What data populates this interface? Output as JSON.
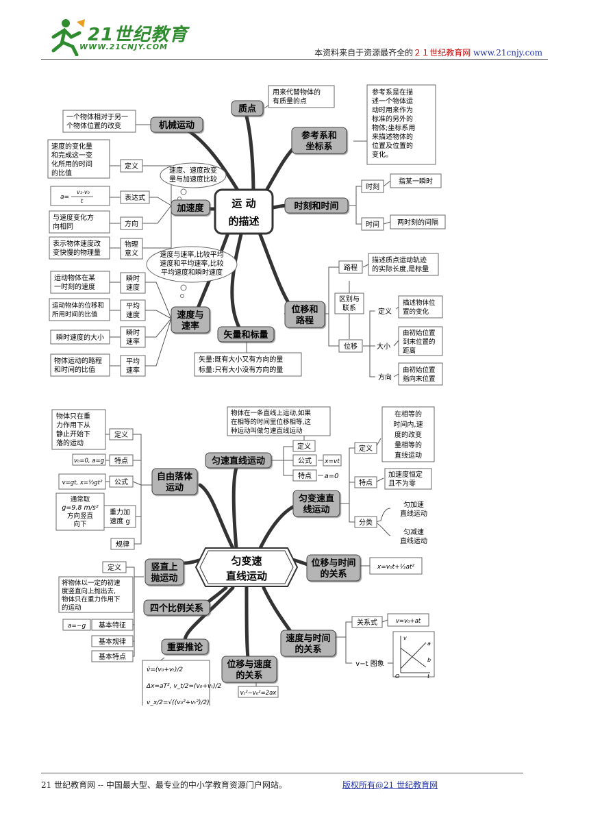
{
  "header": {
    "logo_text": "21世纪教育",
    "logo_url": "WWW.21CNJY.COM",
    "note_prefix": "本资料来自于资源最齐全的",
    "note_brand": "２１世纪教育网",
    "note_url": "www.21cnjy.com"
  },
  "map1": {
    "center": [
      "运  动",
      "的描述"
    ],
    "zhidian": {
      "title": "质点",
      "desc": [
        "用来代替物体的",
        "有质量的点"
      ]
    },
    "jixie": {
      "title": "机械运动",
      "desc": [
        "一个物体相对于另一",
        "个物体位置的改变"
      ]
    },
    "cankao": {
      "title": [
        "参考系和",
        "坐标系"
      ],
      "desc": [
        "参考系是在描",
        "述一个物体运",
        "动时用来作为",
        "标准的另外的",
        "物体;坐标系用",
        "来描述物体的",
        "位置及位置的",
        "变化。"
      ]
    },
    "shike": {
      "title": "时刻和时间",
      "moment": "时刻",
      "moment_desc": "指某一瞬时",
      "interval": "时间",
      "interval_desc": "两时刻的间隔"
    },
    "jiasudu": {
      "title": "加速度",
      "def": "定义",
      "def_desc": [
        "速度的变化量",
        "和完成这一变",
        "化所用的时间",
        "的比值"
      ],
      "expr": "表达式",
      "expr_desc": [
        "a=",
        "v₁-v₀",
        "t"
      ],
      "dir": "方向",
      "dir_desc": [
        "与速度变化方",
        "向相同"
      ],
      "phys": [
        "物理",
        "意义"
      ],
      "phys_desc": [
        "表示物体速度改",
        "变快慢的物理量"
      ]
    },
    "bubble1": [
      "速度、速度改变",
      "量与加速度比较"
    ],
    "bubble2": [
      "速度与速率,比较平均",
      "速度和平均速率,比较",
      "平均速度和瞬时速度"
    ],
    "sudu": {
      "title": [
        "速度与",
        "速率"
      ],
      "inst_v": [
        "瞬时",
        "速度"
      ],
      "inst_v_desc": [
        "运动物体在某",
        "一时刻的速度"
      ],
      "avg_v": [
        "平均",
        "速度"
      ],
      "avg_v_desc": [
        "运动物体的位移和",
        "所用时间的比值"
      ],
      "inst_s": [
        "瞬时",
        "速率"
      ],
      "inst_s_desc": "瞬时速度的大小",
      "avg_s": [
        "平均",
        "速率"
      ],
      "avg_s_desc": [
        "物体运动的路程",
        "和时间的比值"
      ]
    },
    "shiliang": {
      "title": "矢量和标量",
      "desc": [
        "矢量:既有大小又有方向的量",
        "标量:只有大小没有方向的量"
      ]
    },
    "weiyi": {
      "title": [
        "位移和",
        "路程"
      ],
      "path": "路程",
      "path_desc": [
        "描述质点运动轨迹",
        "的实际长度,是标量"
      ],
      "diff": [
        "区别与",
        "联系"
      ],
      "disp": "位移",
      "def": "定义",
      "def_desc": [
        "描述物体位",
        "置的变化"
      ],
      "mag": "大小",
      "mag_desc": [
        "由初始位置",
        "到末位置的",
        "距离"
      ],
      "dir": "方向",
      "dir_desc": [
        "由初始位置",
        "指向末位置"
      ]
    }
  },
  "map2": {
    "center": [
      "匀变速",
      "直线运动"
    ],
    "yunsu": {
      "title": "匀速直线运动",
      "def_desc": [
        "物体在一条直线上运动,如果",
        "在相等的时间里位移相等,这",
        "种运动叫做匀速直线运动"
      ],
      "def": "定义",
      "formula": "公式",
      "formula_val": "x=vt",
      "feature": "特点",
      "feature_val": "a=0"
    },
    "ziyou": {
      "title": [
        "自由落体",
        "运动"
      ],
      "def": "定义",
      "def_desc": [
        "物体只在重",
        "力作用下从",
        "静止开始下",
        "落的运动"
      ],
      "feature": "特点",
      "feature_val": "v₀=0, a=g",
      "formula": "公式",
      "formula_val": "v=gt, x=½gt²",
      "gravity": [
        "重力加",
        "速度 g"
      ],
      "gravity_desc": [
        "通常取",
        "g=9.8 m/s²",
        "方向竖直",
        "向下"
      ],
      "law": "规律"
    },
    "yunbian": {
      "title": [
        "匀变速直",
        "线运动"
      ],
      "def": "定义",
      "def_desc": [
        "在相等的",
        "时间内,速",
        "度的改变",
        "量相等的",
        "直线运动"
      ],
      "feature": "特点",
      "feature_desc": [
        "加速度恒定",
        "且不为零"
      ],
      "class": "分类",
      "acc": [
        "匀加速",
        "直线运动"
      ],
      "dec": [
        "匀减速",
        "直线运动"
      ]
    },
    "shangpao": {
      "title": [
        "竖直上",
        "抛运动"
      ],
      "def": "定义",
      "def_desc": [
        "将物体以一定的初速",
        "度竖直向上抛出去,",
        "物体只在重力作用下",
        "的运动"
      ],
      "basic_feature": "基本特征",
      "basic_feature_val": "a=−g",
      "basic_law": "基本规律",
      "basic_point": "基本特点"
    },
    "weiyi_t": {
      "title": [
        "位移与时间",
        "的关系"
      ],
      "formula": "x=v₀t+½at²"
    },
    "bili": {
      "title": "四个比例关系"
    },
    "tuilun": {
      "title": "重要推论",
      "f1": "v̄=(v₀+vₜ)/2",
      "f2": "Δx=aT²,  v_t/2=(v₀+vₜ)/2",
      "f3": "v_x/2=√((v₀²+vₜ²)/2)"
    },
    "weiyi_v": {
      "title": [
        "位移与速度",
        "的关系"
      ],
      "formula": "vₜ²−v₀²=2ax"
    },
    "sudu_t": {
      "title": [
        "速度与时间",
        "的关系"
      ],
      "relation": "关系式",
      "relation_val": "v=v₀+at",
      "graph": "v−t 图象",
      "graph_labels": {
        "v": "v",
        "t": "t",
        "o": "O",
        "a": "a",
        "b": "b"
      }
    }
  },
  "footer": {
    "left": "21 世纪教育网 -- 中国最大型、最专业的中小学教育资源门户网站。",
    "right": "版权所有@21 世纪教育网"
  }
}
